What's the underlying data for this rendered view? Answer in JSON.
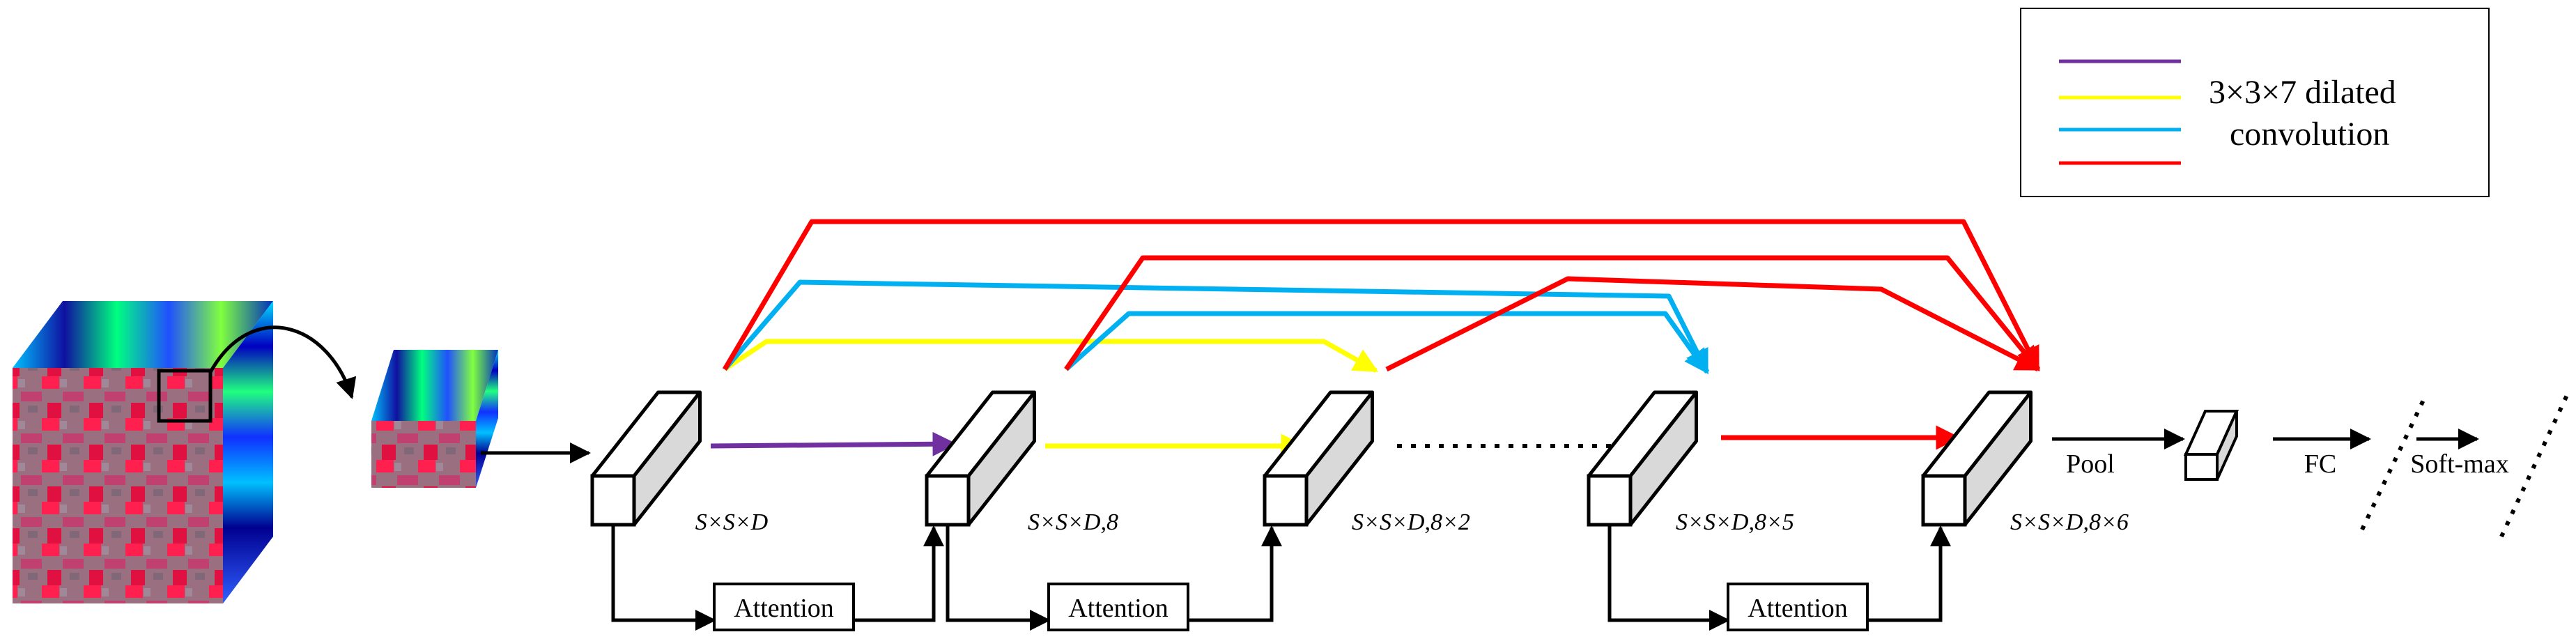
{
  "legend": {
    "text_line1": "3×3×7 dilated",
    "text_line2": "convolution",
    "colors": [
      "#7030a0",
      "#ffff00",
      "#00b0f0",
      "#ff0000"
    ]
  },
  "blocks": [
    {
      "label": "S×S×D"
    },
    {
      "label": "S×S×D,8"
    },
    {
      "label": "S×S×D,8×2"
    },
    {
      "label": "S×S×D,8×5"
    },
    {
      "label": "S×S×D,8×6"
    }
  ],
  "attention": {
    "label": "Attention"
  },
  "head": {
    "pool": "Pool",
    "fc": "FC",
    "softmax": "Soft-max"
  },
  "colors": {
    "purple": "#7030a0",
    "yellow": "#ffff00",
    "cyan": "#00b0f0",
    "red": "#ff0000",
    "black": "#000000",
    "block_side": "#d9d9d9"
  }
}
